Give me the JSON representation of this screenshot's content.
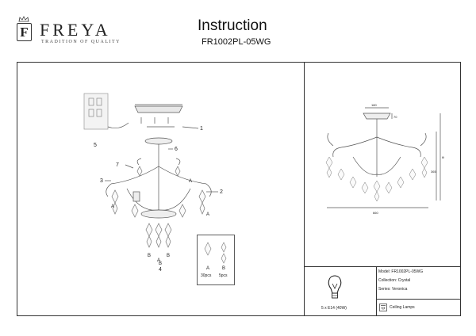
{
  "header": {
    "brand": "FREYA",
    "tagline": "TRADITION OF QUALITY",
    "logo_letter": "F",
    "title": "Instruction",
    "model": "FR1002PL-05WG"
  },
  "assembly": {
    "callouts": [
      "1",
      "2",
      "3",
      "4",
      "5",
      "6",
      "7"
    ],
    "part_letters": [
      "A",
      "A",
      "A",
      "A",
      "B",
      "B",
      "B"
    ],
    "parts": [
      {
        "letter": "A",
        "qty": "30pcs"
      },
      {
        "letter": "B",
        "qty": "5pcs"
      }
    ]
  },
  "dimensions": {
    "canopy_width": "180",
    "canopy_height": "70",
    "overall_width": "660",
    "body_height": "365",
    "total_height": "600"
  },
  "info": {
    "model_line": "Model: FR1002PL-05WG",
    "collection_line": "Collection: Crystal",
    "series_line": "Series: Veronica",
    "type_line": "Ceiling Lamps",
    "bulb_line": "5 x E14 (40W)"
  },
  "colors": {
    "line": "#333333",
    "text": "#222222"
  }
}
